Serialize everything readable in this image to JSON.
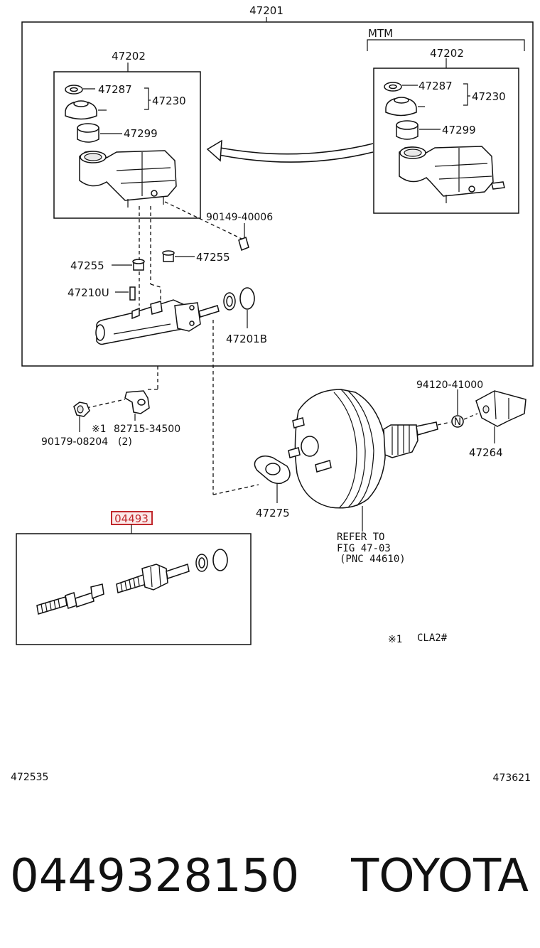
{
  "diagram": {
    "top_ref": "47201",
    "mtm_label": "MTM",
    "reservoir_ref_left": "47202",
    "reservoir_ref_right": "47202",
    "cap_ref_left": "47287",
    "cap_ref_right": "47287",
    "cap_assy_ref_left": "47230",
    "cap_assy_ref_right": "47230",
    "strainer_ref_left": "47299",
    "strainer_ref_right": "47299",
    "screw_ref": "90149-40006",
    "grommet_ref_left": "47255",
    "grommet_ref_right": "47255",
    "pin_ref": "47210U",
    "oring_ref": "47201B",
    "bracket_ref": "82715-34500",
    "bracket_mark": "※1",
    "nut_ref": "90179-08204",
    "nut_qty": "(2)",
    "clevis_pin_ref": "94120-41000",
    "clevis_mark": "N",
    "clevis_ref": "47264",
    "gasket_ref": "47275",
    "refer_line1": "REFER TO",
    "refer_line2": "FIG 47-03",
    "refer_line3": "(PNC 44610)",
    "highlight_ref": "04493",
    "note_mark": "※1",
    "note_text": "CLA2#",
    "bottom_left_code": "472535",
    "bottom_right_code": "473621"
  },
  "footer": {
    "part_number": "0449328150",
    "brand": "TOYOTA"
  },
  "colors": {
    "highlight": "#c0282d",
    "line": "#111111"
  }
}
